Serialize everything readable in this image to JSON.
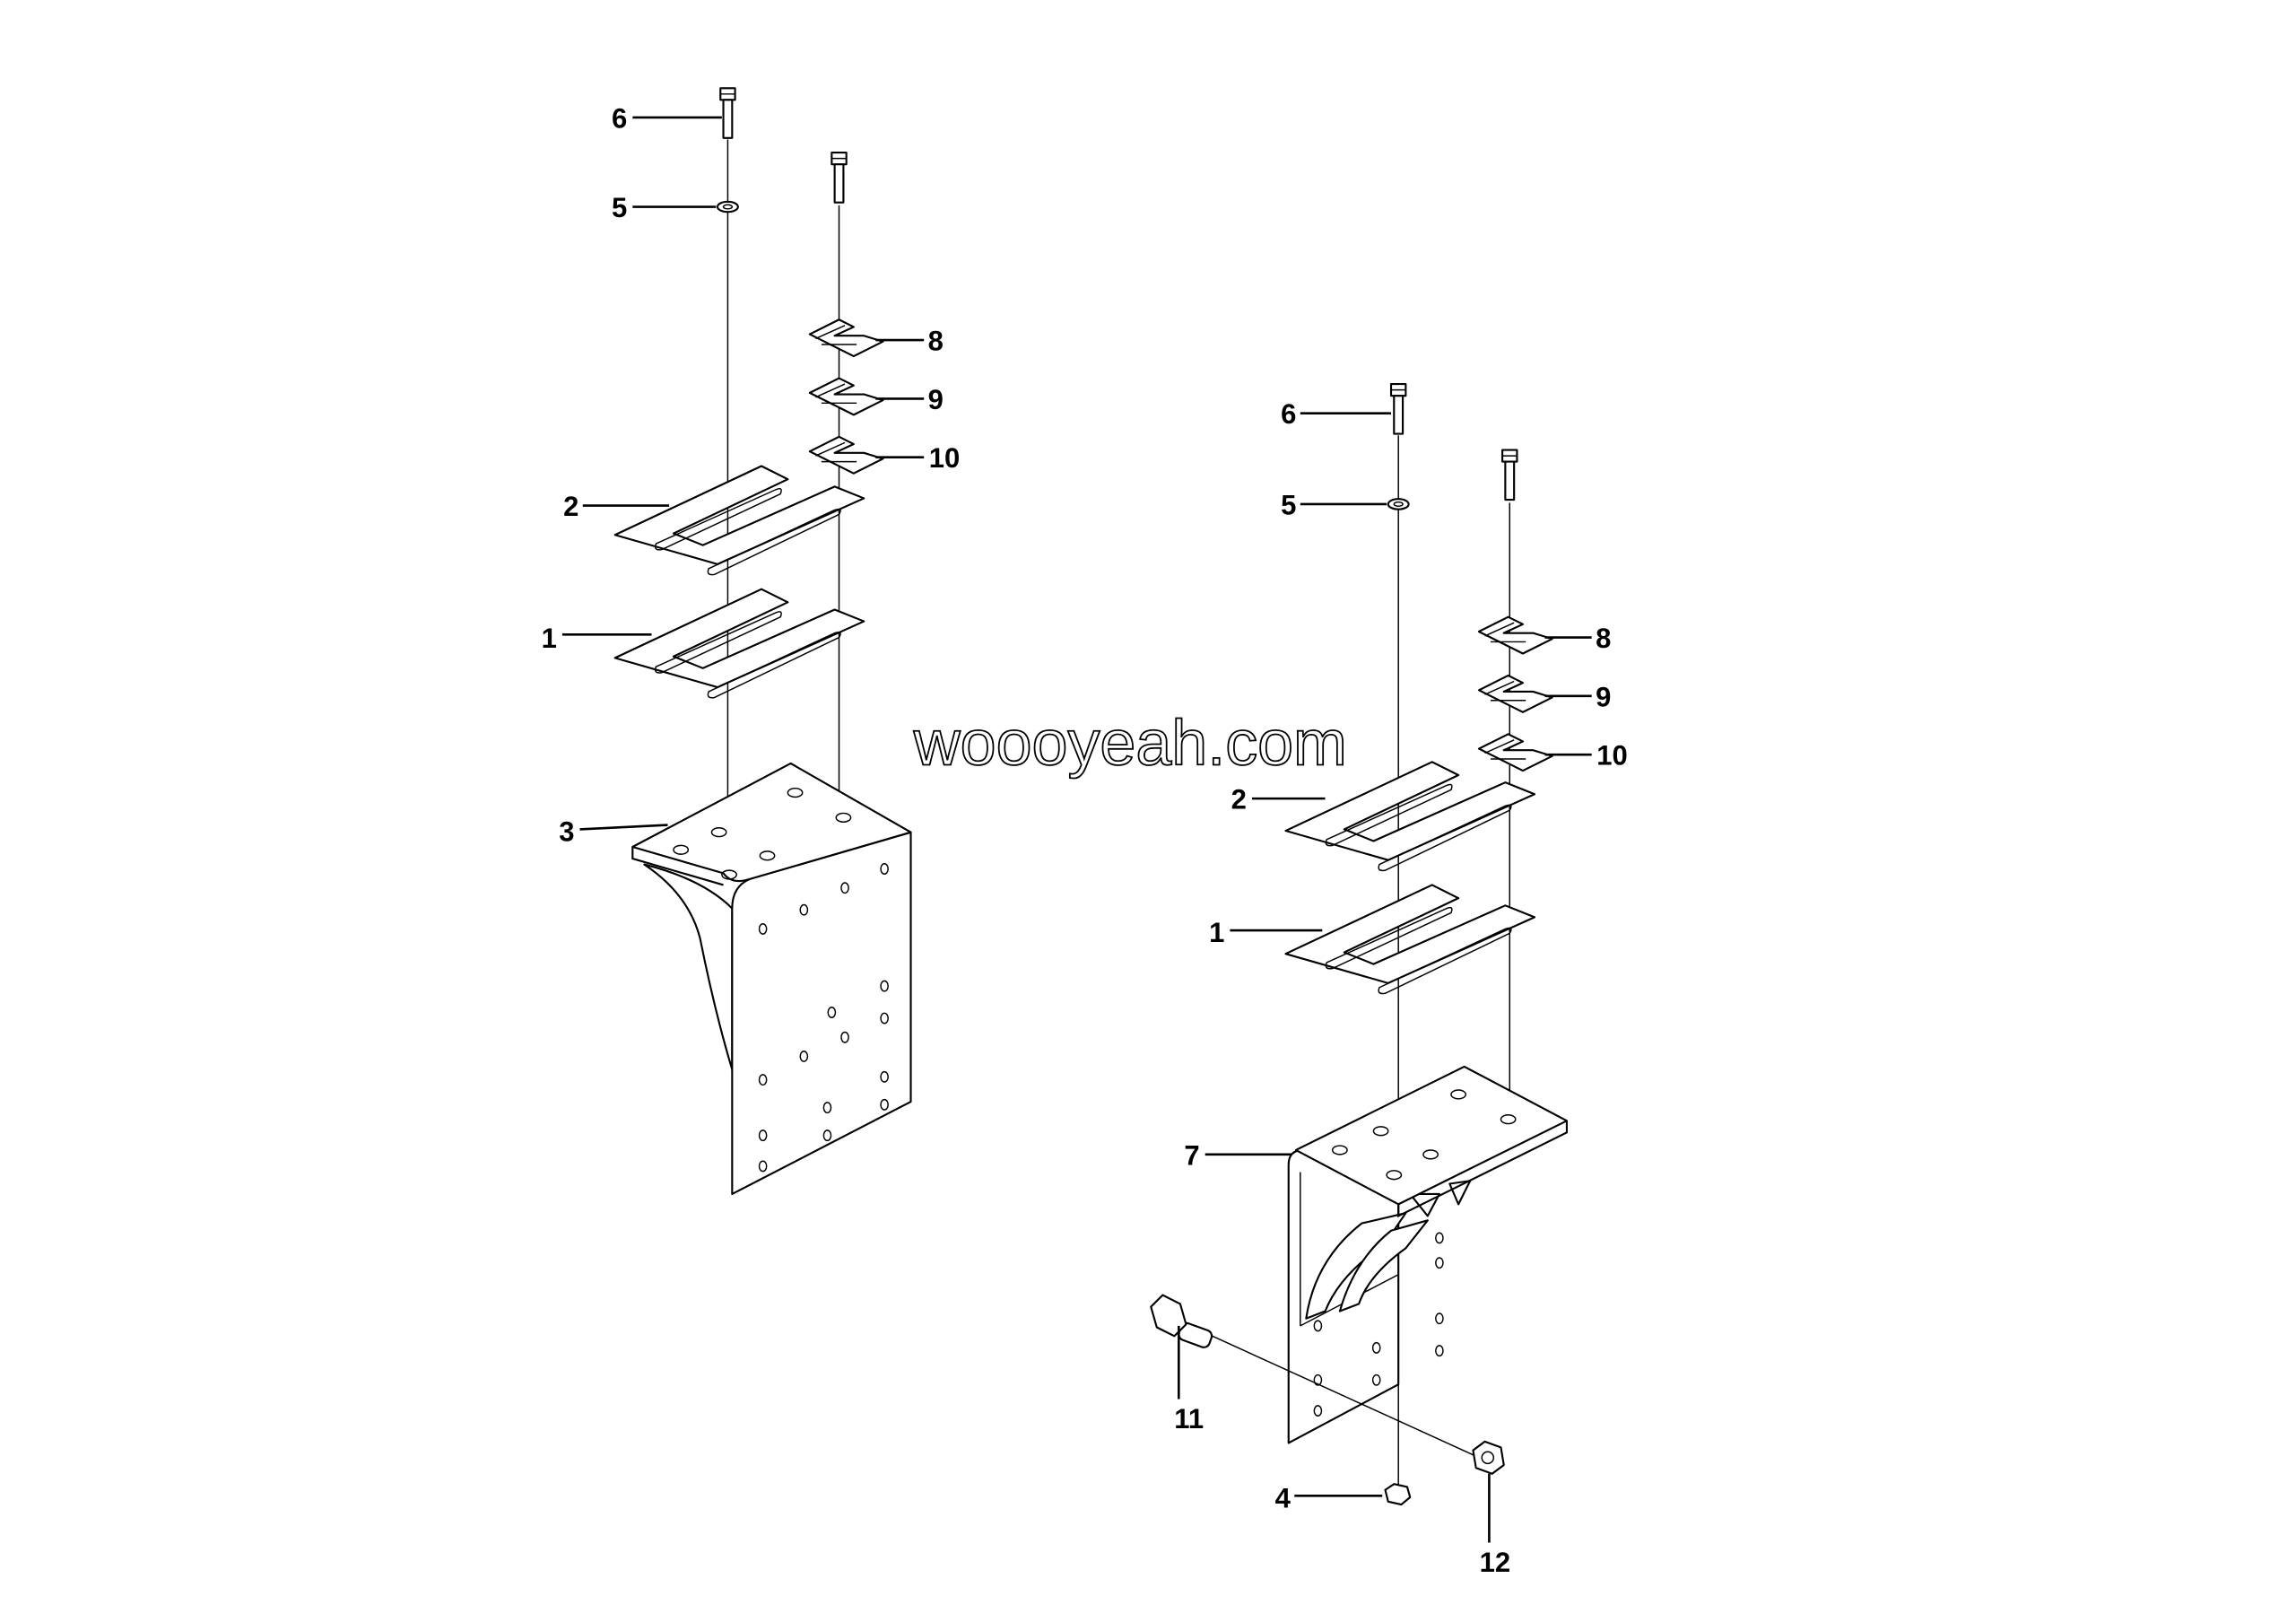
{
  "watermark": "woooyeah.com",
  "left_assembly": {
    "callouts": {
      "bolt": "6",
      "washer": "5",
      "shim_a": "8",
      "shim_b": "9",
      "shim_c": "10",
      "plate_upper": "2",
      "plate_lower": "1",
      "bracket": "3"
    }
  },
  "right_assembly": {
    "callouts": {
      "bolt": "6",
      "washer": "5",
      "shim_a": "8",
      "shim_b": "9",
      "shim_c": "10",
      "plate_upper": "2",
      "plate_lower": "1",
      "bracket": "7",
      "side_bolt": "11",
      "nut_bottom": "4",
      "side_nut": "12"
    }
  }
}
